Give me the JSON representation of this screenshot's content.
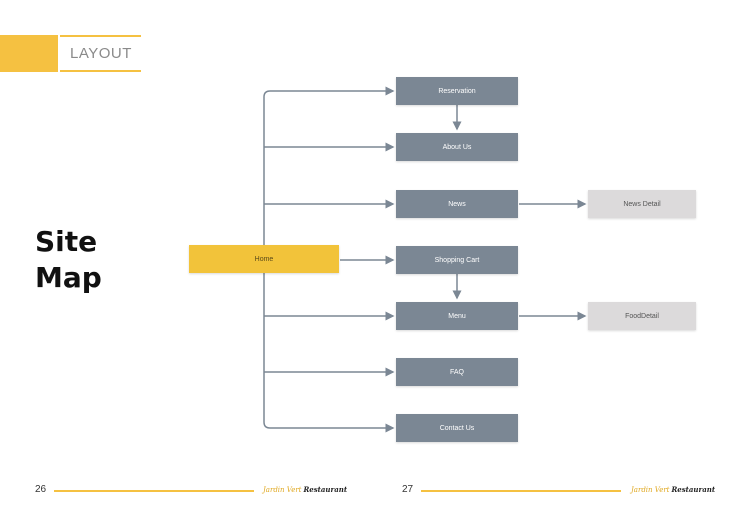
{
  "header": {
    "title": "LAYOUT"
  },
  "page_title": {
    "line1": "Site",
    "line2": "Map"
  },
  "nodes": {
    "home": "Home",
    "reservation": "Reservation",
    "about_us": "About Us",
    "news": "News",
    "shopping_cart": "Shopping Cart",
    "menu": "Menu",
    "faq": "FAQ",
    "contact_us": "Contact Us",
    "news_detail": "News Detail",
    "food_detail": "FoodDetail"
  },
  "footer": {
    "left_page": "26",
    "right_page": "27",
    "brand_script": "Jardin Vert",
    "brand_name": "Restaurant"
  },
  "colors": {
    "accent": "#f5c141",
    "node": "#7b8794",
    "detail_node": "#dcdadb",
    "connector": "#7b8794"
  }
}
